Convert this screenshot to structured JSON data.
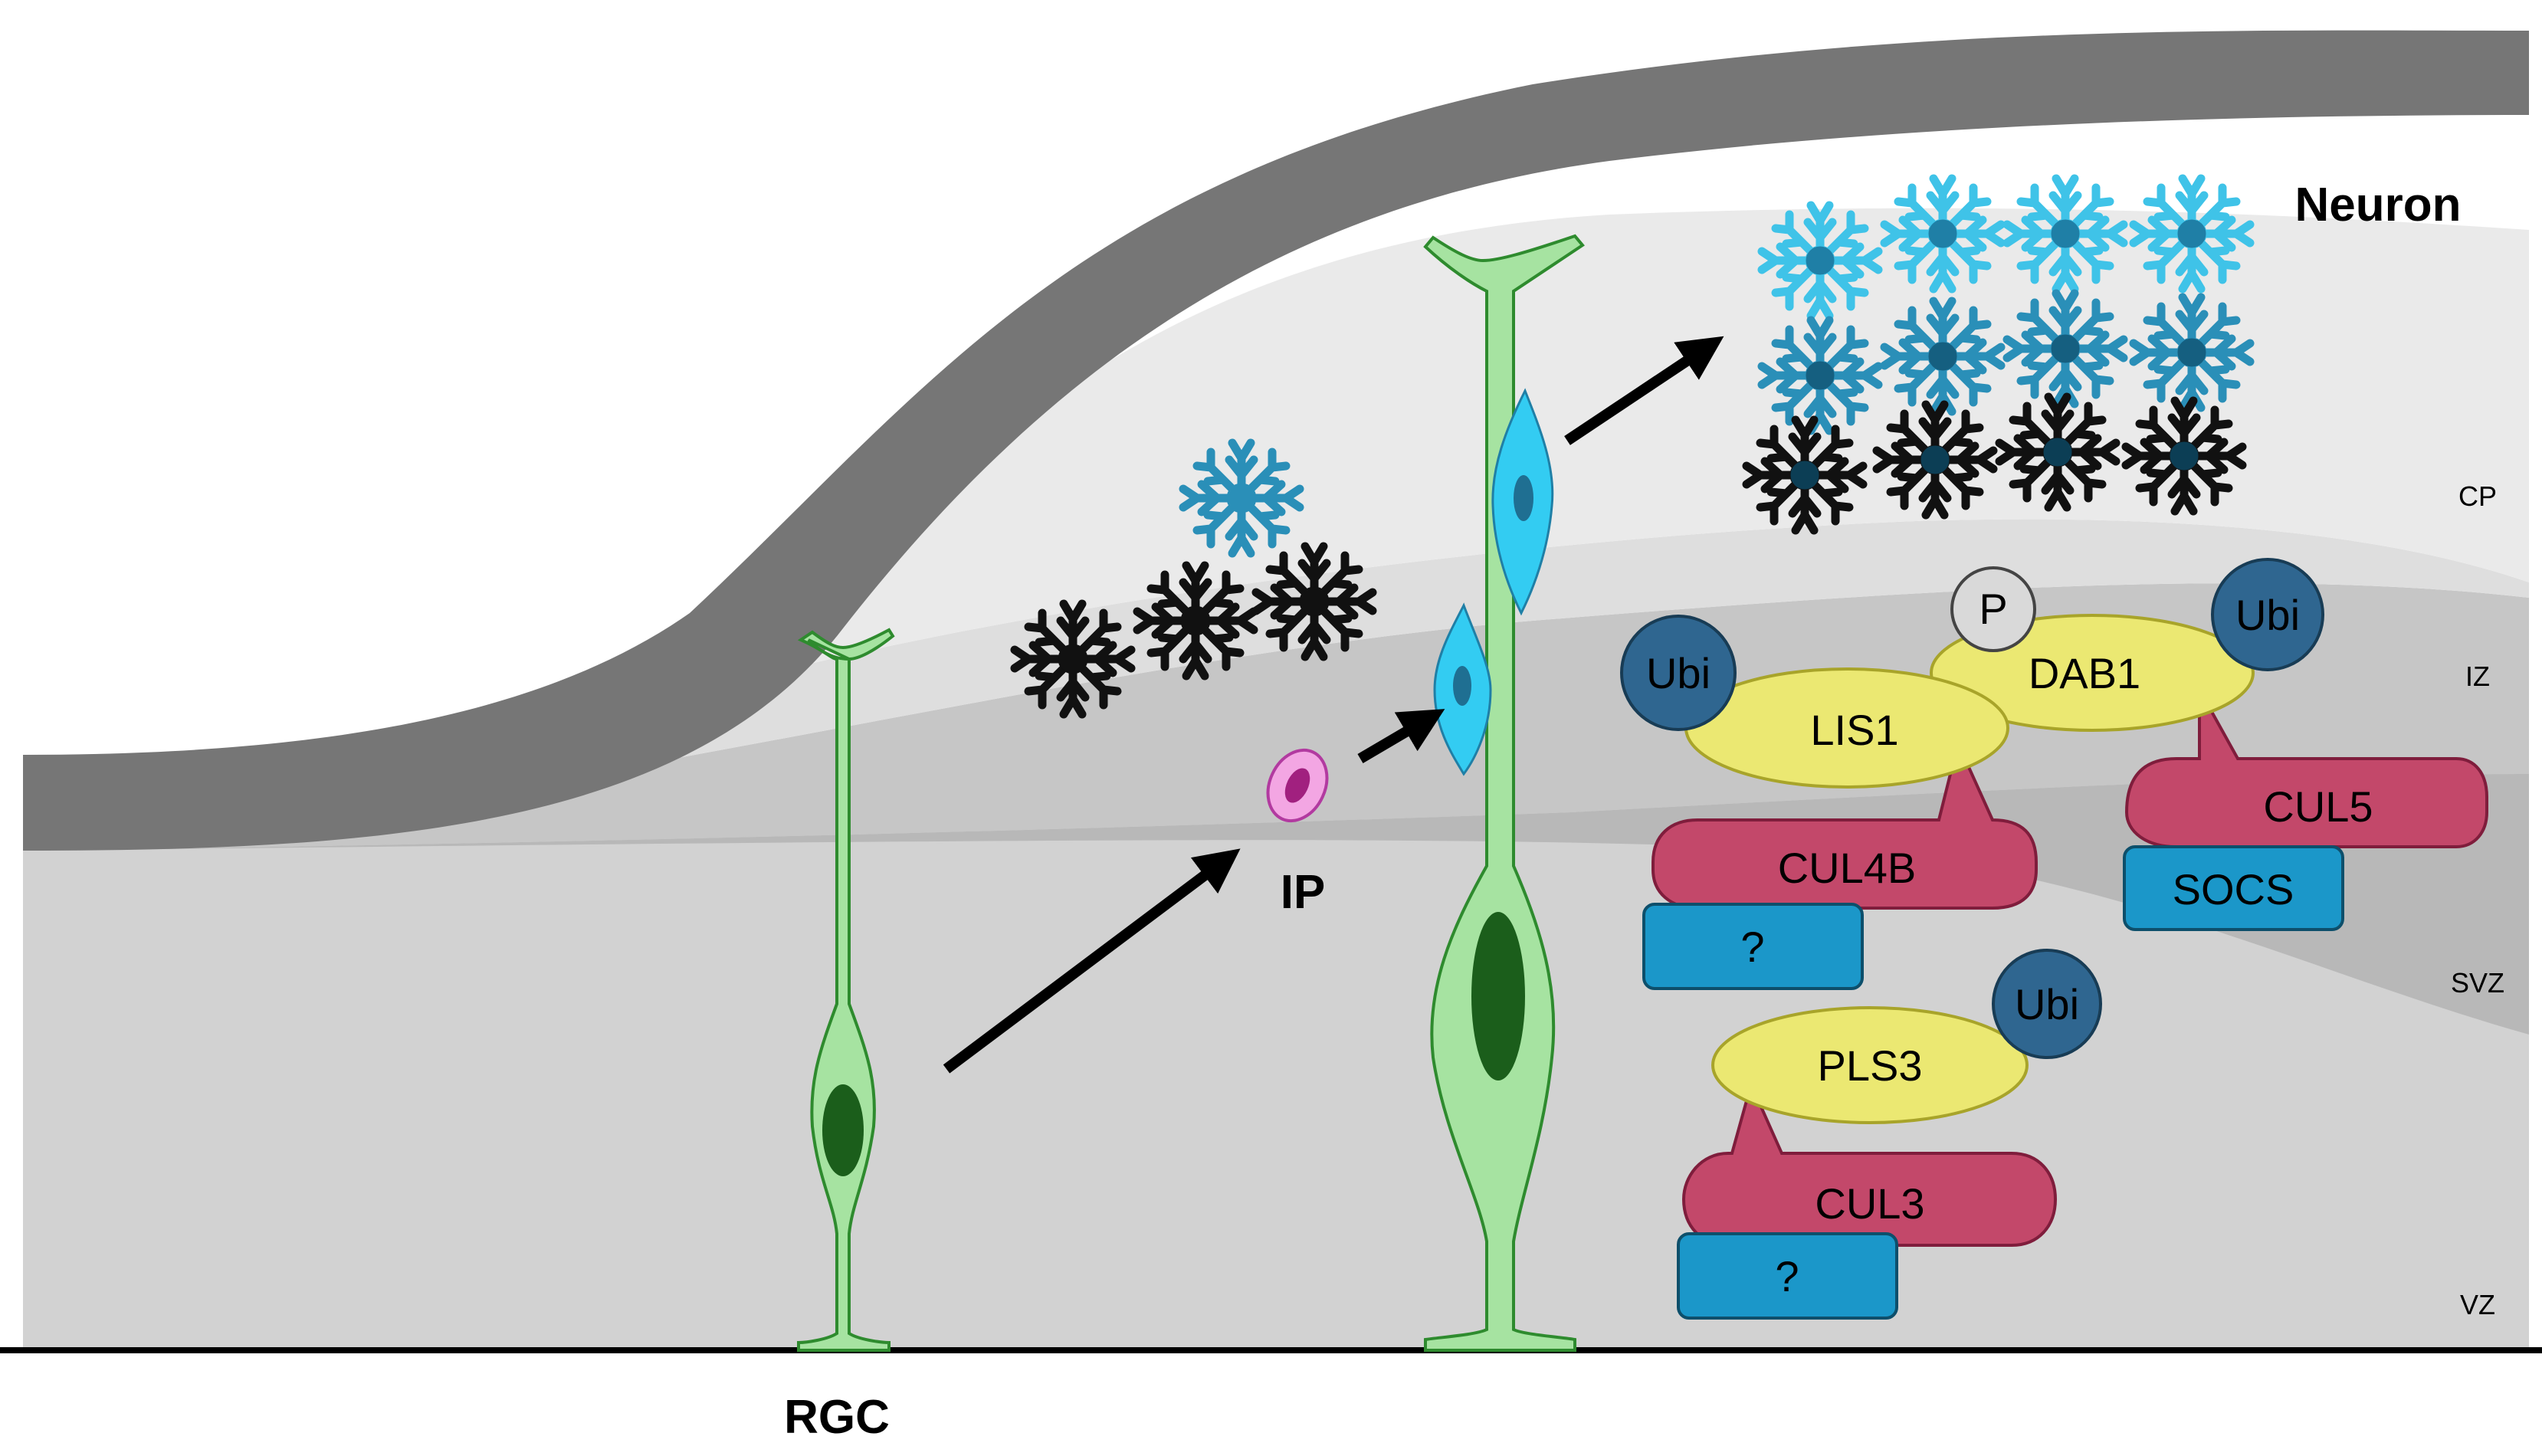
{
  "labels": {
    "neuron": "Neuron",
    "ip": "IP",
    "rgc": "RGC",
    "zones": {
      "cp": "CP",
      "iz": "IZ",
      "svz": "SVZ",
      "vz": "VZ"
    }
  },
  "complexes": {
    "lis1": {
      "substrate": "LIS1",
      "ubi": "Ubi",
      "cullin": "CUL4B",
      "adaptor": "?"
    },
    "dab1": {
      "substrate": "DAB1",
      "phospho": "P",
      "ubi": "Ubi",
      "cullin": "CUL5",
      "adaptor": "SOCS"
    },
    "pls3": {
      "substrate": "PLS3",
      "ubi": "Ubi",
      "cullin": "CUL3",
      "adaptor": "?"
    }
  },
  "colors": {
    "zone_dark": "#767676",
    "zone_cp": "#eaeaea",
    "zone_iz": "#c6c6c6",
    "zone_svz": "#b8b8b8",
    "zone_vz": "#d2d2d2",
    "rgc_fill": "#a6e3a1",
    "rgc_nucleus": "#1b5e1b",
    "substrate": "#ebe872",
    "ubi": "#2f6690",
    "phospho": "#d9d9d9",
    "cullin": "#c3486a",
    "adaptor": "#1b97c9",
    "ip_fill": "#f3a6e3",
    "migrating": "#33ccf2",
    "neuron_black": "#111111",
    "neuron_mid": "#2a8fb8",
    "neuron_light": "#3fc3e8"
  }
}
